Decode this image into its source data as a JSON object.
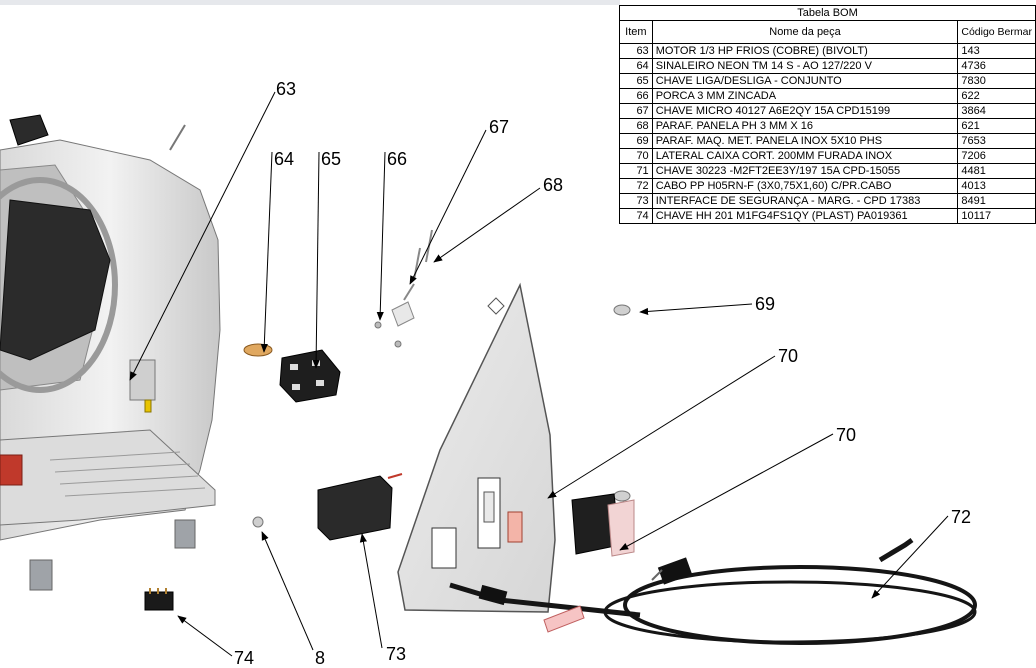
{
  "bom": {
    "title": "Tabela BOM",
    "headers": {
      "item": "Item",
      "name": "Nome da peça",
      "code": "Código Bermar"
    },
    "rows": [
      {
        "item": "63",
        "name": "MOTOR 1/3 HP FRIOS  (COBRE) (BIVOLT)",
        "code": "143"
      },
      {
        "item": "64",
        "name": "SINALEIRO NEON TM 14 S - AO 127/220 V",
        "code": "4736"
      },
      {
        "item": "65",
        "name": "CHAVE LIGA/DESLIGA - CONJUNTO",
        "code": "7830"
      },
      {
        "item": "66",
        "name": "PORCA 3 MM ZINCADA",
        "code": "622"
      },
      {
        "item": "67",
        "name": "CHAVE MICRO 40127 A6E2QY  15A CPD15199",
        "code": "3864"
      },
      {
        "item": "68",
        "name": "PARAF. PANELA PH 3 MM  X 16",
        "code": "621"
      },
      {
        "item": "69",
        "name": "PARAF. MAQ. MET. PANELA INOX 5X10 PHS",
        "code": "7653"
      },
      {
        "item": "70",
        "name": "LATERAL CAIXA CORT. 200MM FURADA INOX",
        "code": "7206"
      },
      {
        "item": "71",
        "name": "CHAVE 30223 -M2FT2EE3Y/197 15A CPD-15055",
        "code": "4481"
      },
      {
        "item": "72",
        "name": "CABO PP H05RN-F (3X0,75X1,60) C/PR.CABO",
        "code": "4013"
      },
      {
        "item": "73",
        "name": "INTERFACE DE SEGURANÇA - MARG. - CPD 17383",
        "code": "8491"
      },
      {
        "item": "74",
        "name": "CHAVE HH 201 M1FG4FS1QY (PLAST) PA019361",
        "code": "10117"
      }
    ]
  },
  "callouts": {
    "c63": "63",
    "c64": "64",
    "c65": "65",
    "c66": "66",
    "c67": "67",
    "c68": "68",
    "c69": "69",
    "c70a": "70",
    "c70b": "70",
    "c72": "72",
    "c73": "73",
    "c74": "74",
    "c8": "8"
  }
}
